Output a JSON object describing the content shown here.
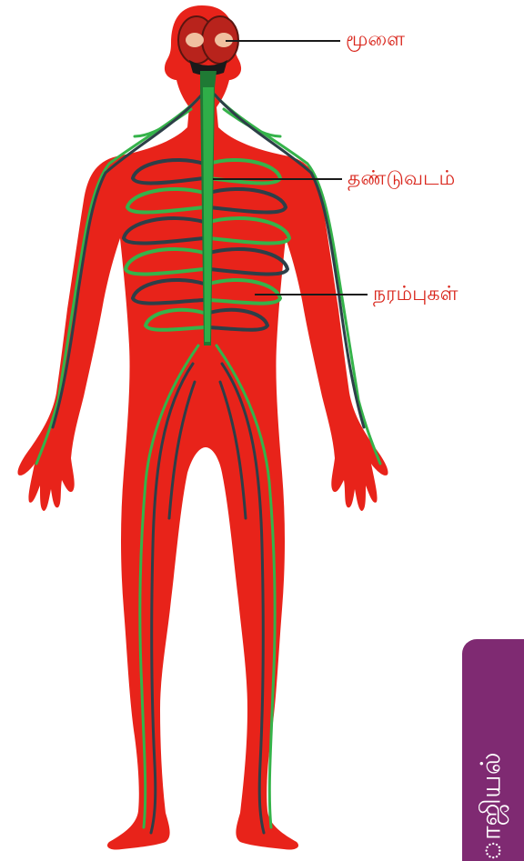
{
  "labels": {
    "brain": "மூளை",
    "spinal_cord": "தண்டுவடம்",
    "nerves": "நரம்புகள்"
  },
  "side_tab": {
    "text": "ாஜியல்"
  },
  "colors": {
    "body": "#e8231a",
    "nerve_green": "#35b34a",
    "nerve_dark": "#2d3f48",
    "label_red": "#d9261c",
    "tab_purple": "#7f2a72"
  },
  "icons": [
    "human-body-illustration",
    "brain-illustration",
    "spinal-cord-illustration"
  ]
}
